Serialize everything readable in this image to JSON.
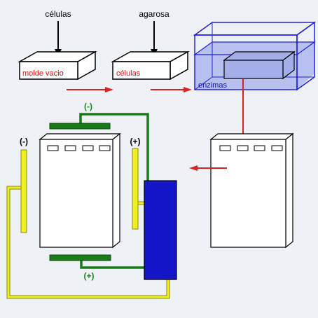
{
  "labels": {
    "cells": "células",
    "agarose": "agarosa",
    "empty_mold": "molde vacio",
    "cells_in_mold": "células",
    "enzymes": "enzimas",
    "neg_top": "(-)",
    "neg_left": "(-)",
    "pos_right": "(+)",
    "pos_bottom": "(+)"
  },
  "colors": {
    "background": "#eef1f6",
    "red_label": "#e01010",
    "blue_label": "#1010c0",
    "tank_fill": "#aab4ee",
    "tank_stroke": "#2020e0",
    "arrow_red": "#e02020",
    "electrode_green": "#1a7a1a",
    "electrode_yellow": "#f0f020",
    "power_supply": "#1414c8",
    "green_text": "#1a8a1a"
  }
}
